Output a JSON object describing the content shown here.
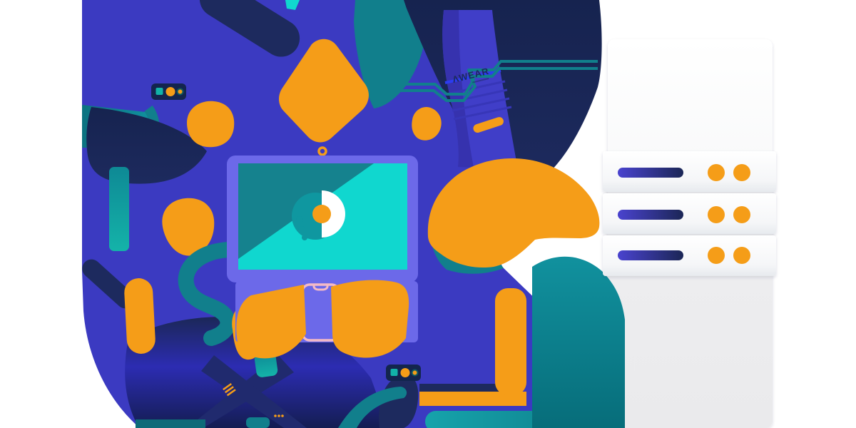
{
  "illustration_title": "wearable-tech-devices-illustration",
  "wristband": {
    "label": "ΛWEAR"
  },
  "palette": {
    "blue": "#3b3ac1",
    "periwinkle": "#6c69e9",
    "navy": "#1d2a5e",
    "navy_dark": "#121d45",
    "teal": "#117f8c",
    "teal_deep": "#0d6b78",
    "cyan": "#10d7cf",
    "screen_teal": "#15828e",
    "orange": "#f59d18",
    "pink": "#f4bac6",
    "card_gray": "#e9eaee",
    "bar_indigo": "#4a43cf",
    "pill_bg": "#13254e",
    "white": "#ffffff"
  },
  "icons": {
    "monitor_center": "half-donut-gauge-icon",
    "monitor_camera": "camera-dot-icon",
    "window_controls": "traffic-lights-icon",
    "hatch_marks": "triple-hatch-icon"
  },
  "window_control_pills": [
    {
      "controls": [
        "teal-square",
        "orange-dot",
        "orange-dot-small"
      ]
    },
    {
      "controls": [
        "teal-square",
        "orange-dot",
        "orange-dot-small"
      ]
    }
  ],
  "panel": {
    "rows": [
      {
        "bar": "indigo-gradient-bar",
        "dots": 2
      },
      {
        "bar": "indigo-gradient-bar",
        "dots": 2
      },
      {
        "bar": "indigo-gradient-bar",
        "dots": 2
      }
    ]
  }
}
